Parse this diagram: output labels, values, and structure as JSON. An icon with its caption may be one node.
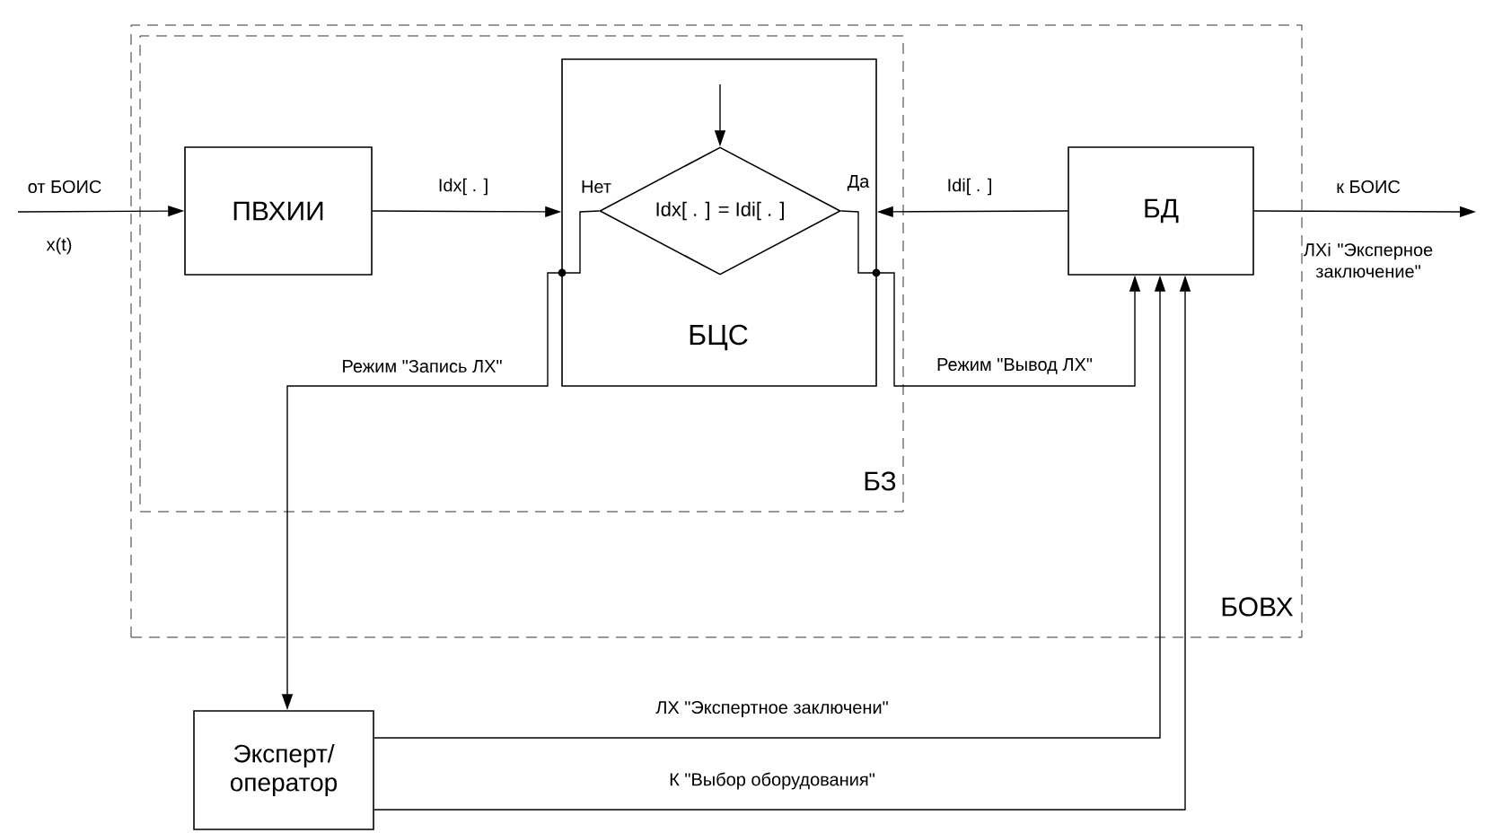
{
  "diagram": {
    "nodes": [
      {
        "text": [
          "БОВХ"
        ]
      },
      {
        "text": [
          "БЗ"
        ],
        "in": 0
      },
      {
        "text": [
          "ПВХИИ"
        ],
        "in": 1
      },
      {
        "text": [
          "БЦС"
        ],
        "in": 1
      },
      {
        "text": [
          "Idx[ . ] = Idi[ . ]"
        ],
        "in": 3
      },
      {
        "text": [
          "БД"
        ],
        "in": 0
      },
      {
        "text": [
          "Эксперт/ оператор"
        ]
      }
    ],
    "edges": [
      {
        "from": null,
        "to": 2,
        "arrow": "to",
        "label": "от БОИС"
      },
      {
        "from": 2,
        "to": 3,
        "arrow": "to",
        "label": "Idx[ . ]"
      },
      {
        "from": null,
        "to": 4,
        "arrow": "to"
      },
      {
        "from": 5,
        "to": 3,
        "arrow": "to",
        "label": "Idi[ . ]"
      },
      {
        "from": 5,
        "to": null,
        "arrow": "to",
        "label": "к БОИС"
      },
      {
        "from": 4,
        "to": 6,
        "arrow": "to",
        "label": "Режим \"Запись ЛХ\""
      },
      {
        "from": 4,
        "to": 5,
        "arrow": "to",
        "label": "Режим \"Вывод ЛХ\""
      },
      {
        "from": 6,
        "to": 5,
        "arrow": "to",
        "label": "ЛХ \"Экспертное заключени\""
      },
      {
        "from": 6,
        "to": 5,
        "arrow": "to",
        "label": "К \"Выбор оборудования\""
      }
    ],
    "labels": [
      "x(t)",
      "Нет",
      "Да",
      "ЛХi \"Эксперное заключение\""
    ]
  }
}
